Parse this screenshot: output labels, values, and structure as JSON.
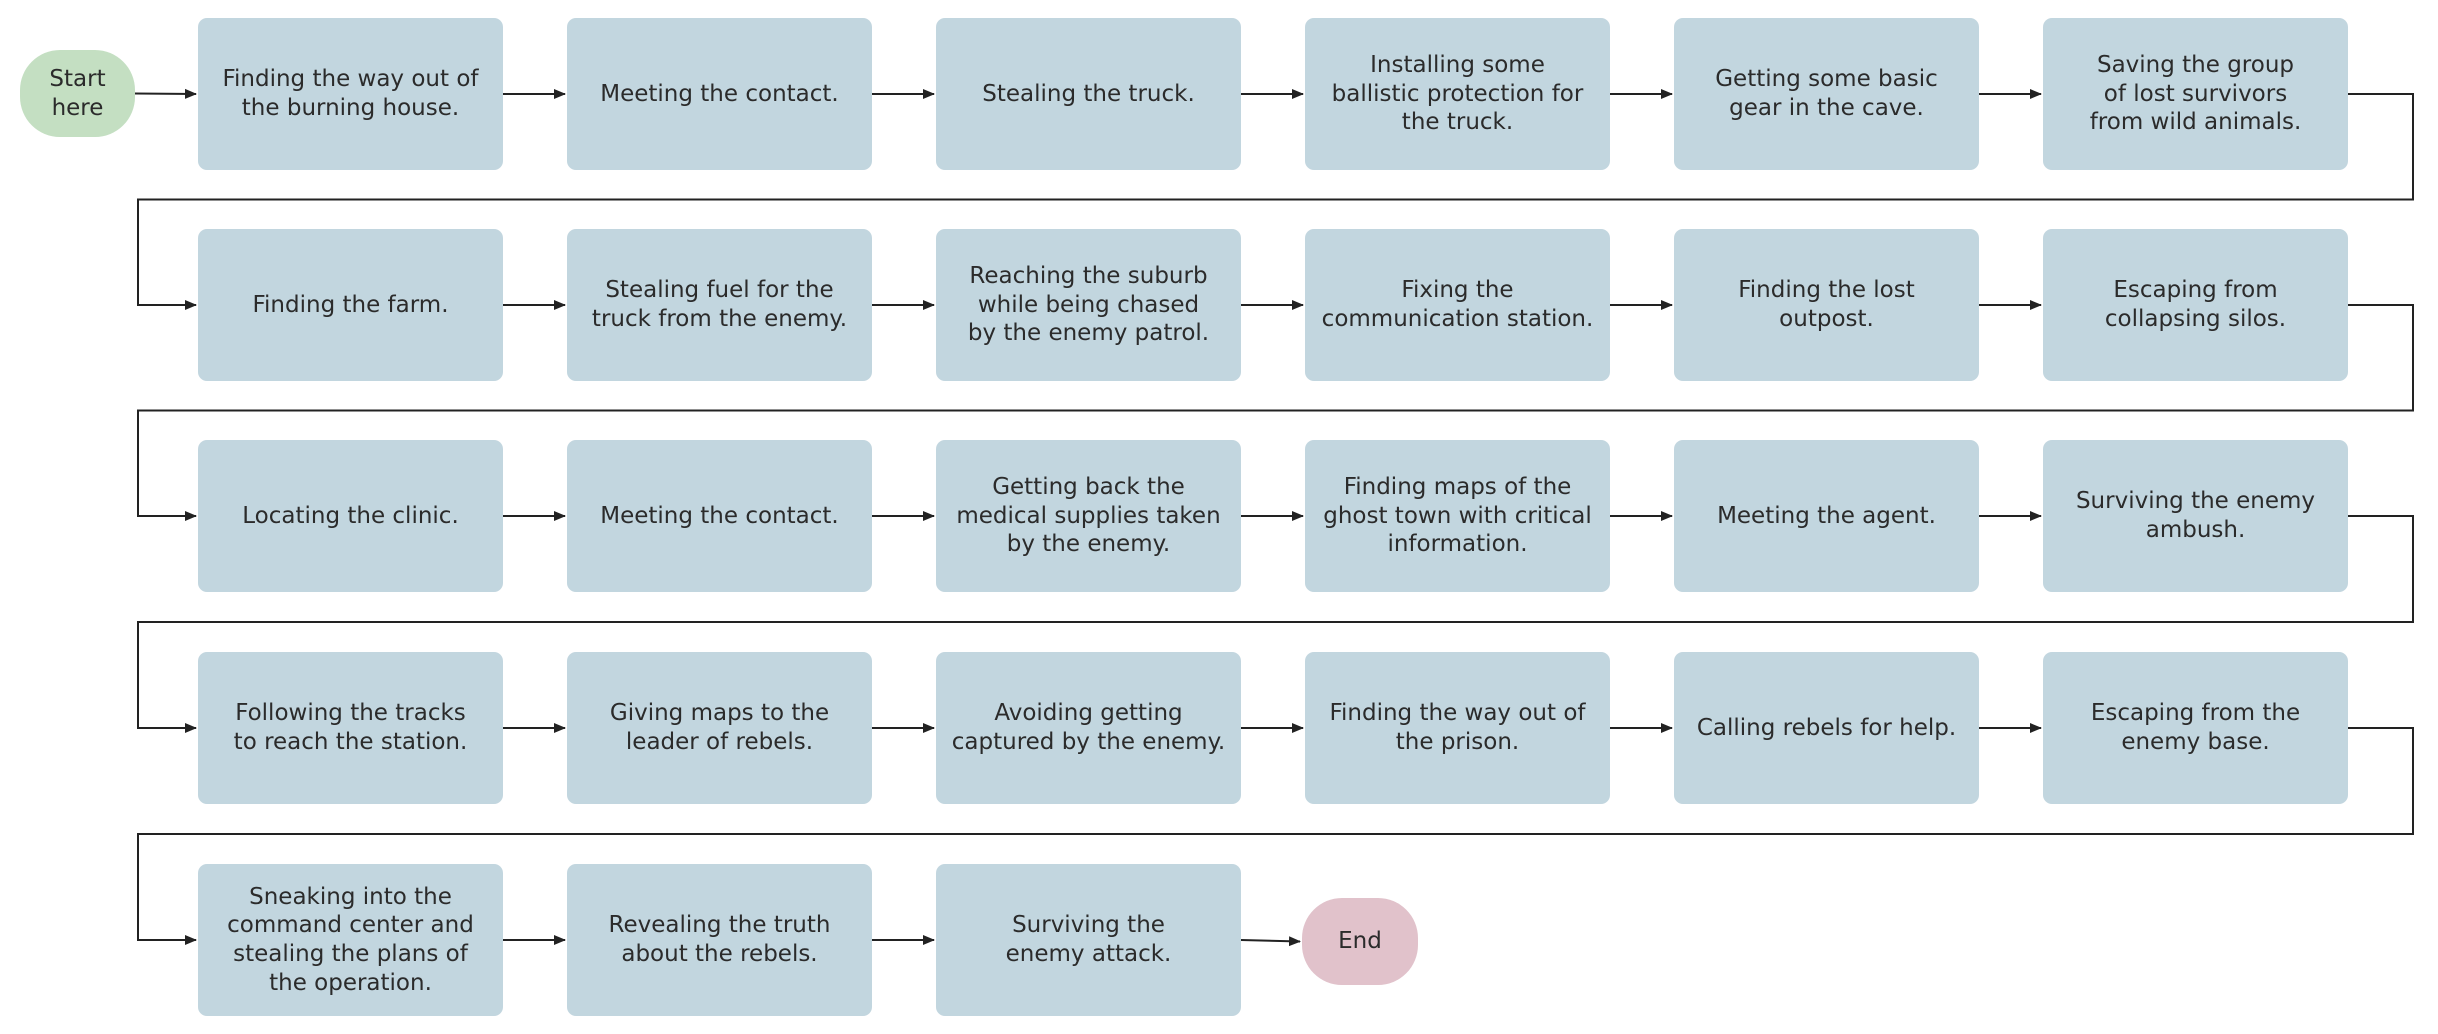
{
  "start": "Start\nhere",
  "end": "End",
  "rows": [
    [
      "Finding the way out of\nthe burning house.",
      "Meeting the contact.",
      "Stealing the truck.",
      "Installing some\nballistic protection for\nthe truck.",
      "Getting some basic\ngear in the cave.",
      "Saving the group\nof lost survivors\nfrom wild animals."
    ],
    [
      "Finding the farm.",
      "Stealing fuel for the\ntruck from the enemy.",
      "Reaching the suburb\nwhile being chased\nby the enemy patrol.",
      "Fixing the\ncommunication station.",
      "Finding the lost outpost.",
      "Escaping from\ncollapsing silos."
    ],
    [
      "Locating the clinic.",
      "Meeting the contact.",
      "Getting back the\nmedical supplies taken\nby the enemy.",
      "Finding maps of the\nghost town with critical\ninformation.",
      "Meeting the agent.",
      "Surviving the enemy\nambush."
    ],
    [
      "Following the tracks\nto reach the station.",
      "Giving maps to the\nleader of rebels.",
      "Avoiding getting\ncaptured by the enemy.",
      "Finding the way out of\nthe prison.",
      "Calling rebels for help.",
      "Escaping from the\nenemy base."
    ],
    [
      "Sneaking into the\ncommand center and\nstealing the plans of\nthe operation.",
      "Revealing the truth\nabout the rebels.",
      "Surviving the\nenemy attack."
    ]
  ],
  "colors": {
    "step_fill": "#c2d6df",
    "start_fill": "#c4dfc2",
    "end_fill": "#e1c2cb",
    "connector": "#222222",
    "text": "#2b2b2b"
  }
}
